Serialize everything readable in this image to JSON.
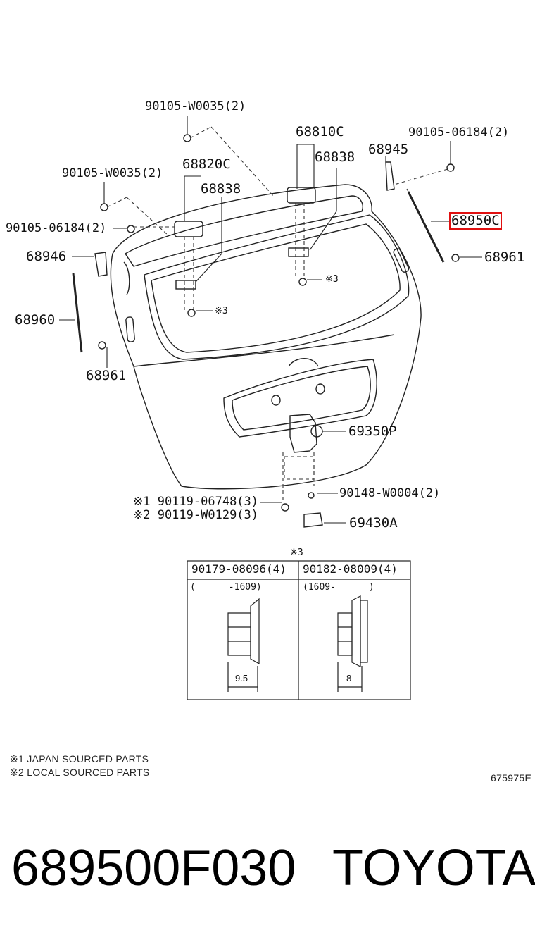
{
  "callouts": {
    "c1": "90105-W0035(2)",
    "c2": "68810C",
    "c3": "90105-06184(2)",
    "c4": "68945",
    "c5": "68838",
    "c6": "68820C",
    "c7": "68838",
    "c8": "90105-W0035(2)",
    "c9": "68950C",
    "c10": "90105-06184(2)",
    "c11": "68946",
    "c12": "68961",
    "c13": "※3",
    "c14": "68960",
    "c15": "※3",
    "c16": "68961",
    "c17": "69350P",
    "c18": "90148-W0004(2)",
    "c19": "※1 90119-06748(3)",
    "c20": "※2 90119-W0129(3)",
    "c21": "69430A"
  },
  "detail": {
    "marker": "※3",
    "col1_part": "90179-08096(4)",
    "col2_part": "90182-08009(4)",
    "col1_range": "(      -1609)",
    "col2_range": "(1609-      )",
    "col1_dim": "9.5",
    "col2_dim": "8"
  },
  "notes": {
    "n1": "※1 JAPAN SOURCED PARTS",
    "n2": "※2 LOCAL SOURCED PARTS",
    "code": "675975E"
  },
  "footer": {
    "part_number": "689500F030",
    "brand": "TOYOTA"
  },
  "colors": {
    "highlight": "#e01010",
    "ink": "#111111"
  }
}
